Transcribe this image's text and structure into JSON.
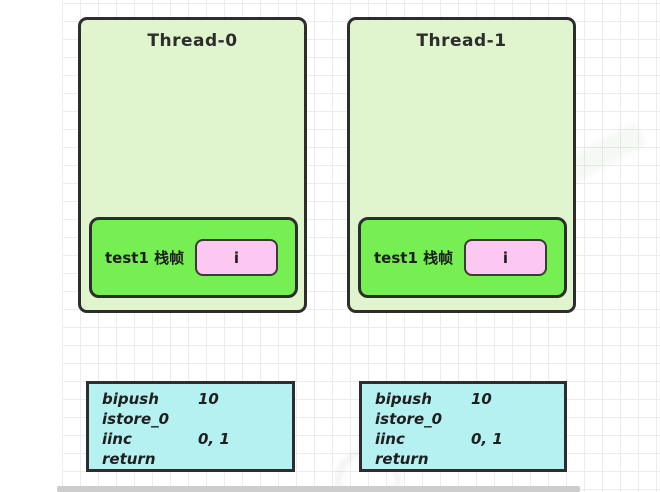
{
  "diagram": {
    "threads": [
      {
        "title": "Thread-0",
        "frame_label": "test1 栈帧",
        "slot_label": "i"
      },
      {
        "title": "Thread-1",
        "frame_label": "test1 栈帧",
        "slot_label": "i"
      }
    ],
    "bytecode_lines": [
      {
        "op": "bipush",
        "operand": "10"
      },
      {
        "op": "istore_0",
        "operand": ""
      },
      {
        "op": "iinc",
        "operand": "0, 1"
      },
      {
        "op": "return",
        "operand": ""
      }
    ],
    "colors": {
      "thread_box_fill": "#e0f4cd",
      "stack_frame_fill": "#76ef53",
      "slot_fill": "#fcc8f2",
      "bytecode_box_fill": "#b6f1f2",
      "border": "#2d2d2d",
      "grid_line": "#ececec",
      "canvas_background": "#ffffff"
    }
  }
}
